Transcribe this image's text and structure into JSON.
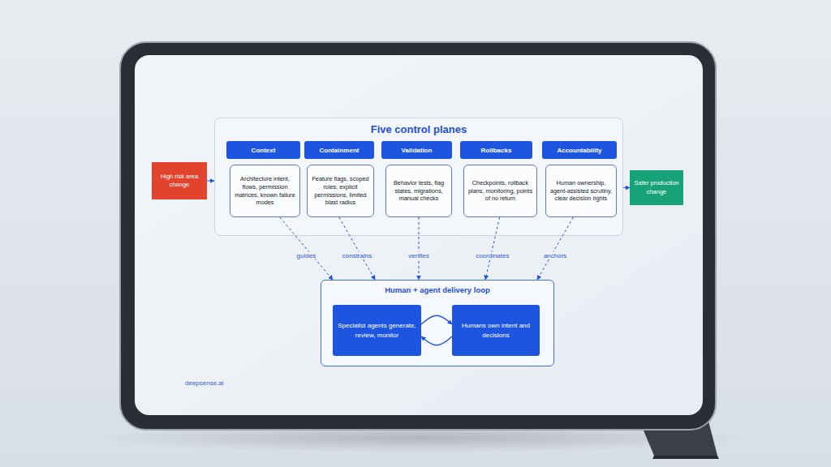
{
  "diagram": {
    "nodes": [
      {
        "text": [
          "High risk area change"
        ]
      },
      {
        "text": [
          "Five control planes"
        ]
      },
      {
        "text": [
          "Context"
        ],
        "in": 1
      },
      {
        "text": [
          "Architecture intent, flows, permission matrices, known failure modes"
        ],
        "in": 1
      },
      {
        "text": [
          "Containment"
        ],
        "in": 1
      },
      {
        "text": [
          "Feature flags, scoped roles, explicit permissions, limited blast radius"
        ],
        "in": 1
      },
      {
        "text": [
          "Validation"
        ],
        "in": 1
      },
      {
        "text": [
          "Behavior tests, flag states, migrations, manual checks"
        ],
        "in": 1
      },
      {
        "text": [
          "Rollbacks"
        ],
        "in": 1
      },
      {
        "text": [
          "Checkpoints, rollback plans, monitoring, points of no return"
        ],
        "in": 1
      },
      {
        "text": [
          "Accountability"
        ],
        "in": 1
      },
      {
        "text": [
          "Human ownership, agent-assisted scrutiny, clear decision rights"
        ],
        "in": 1
      },
      {
        "text": [
          "Safer production change"
        ]
      },
      {
        "text": [
          "Human + agent delivery loop"
        ]
      },
      {
        "text": [
          "Specialist agents generate, review, monitor"
        ],
        "in": 13
      },
      {
        "text": [
          "Humans own intent and decisions"
        ],
        "in": 13
      }
    ],
    "edges": [
      {
        "from": 0,
        "to": 1,
        "arrow": "to"
      },
      {
        "from": 1,
        "to": 12,
        "arrow": "to"
      },
      {
        "from": 3,
        "to": 13,
        "label": "guides",
        "arrow": "to"
      },
      {
        "from": 5,
        "to": 13,
        "label": "constrains",
        "arrow": "to"
      },
      {
        "from": 7,
        "to": 13,
        "label": "verifies",
        "arrow": "to"
      },
      {
        "from": 9,
        "to": 13,
        "label": "coordinates",
        "arrow": "to"
      },
      {
        "from": 11,
        "to": 13,
        "label": "anchors",
        "arrow": "to"
      },
      {
        "from": 14,
        "to": 15,
        "arrow": "to"
      },
      {
        "from": 15,
        "to": 14,
        "arrow": "to"
      }
    ],
    "labels": [
      "deepsense.ai"
    ]
  }
}
